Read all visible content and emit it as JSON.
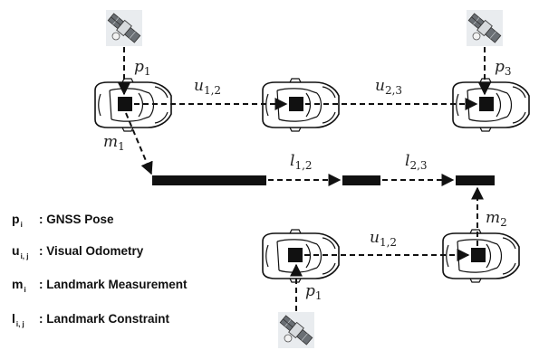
{
  "labels": {
    "p1_top": {
      "main": "p",
      "sub": "1"
    },
    "p3": {
      "main": "p",
      "sub": "3"
    },
    "u12_top": {
      "main": "u",
      "sub": "1,2"
    },
    "u23": {
      "main": "u",
      "sub": "2,3"
    },
    "m1": {
      "main": "m",
      "sub": "1"
    },
    "l12": {
      "main": "l",
      "sub": "1,2"
    },
    "l23": {
      "main": "l",
      "sub": "2,3"
    },
    "m2": {
      "main": "m",
      "sub": "2"
    },
    "u12_bottom": {
      "main": "u",
      "sub": "1,2"
    },
    "p1_bottom": {
      "main": "p",
      "sub": "1"
    }
  },
  "legend": [
    {
      "symbol": "p",
      "sub": "i",
      "text": ": GNSS Pose"
    },
    {
      "symbol": "u",
      "sub": "i, j",
      "text": ": Visual Odometry"
    },
    {
      "symbol": "m",
      "sub": "i",
      "text": ": Landmark Measurement"
    },
    {
      "symbol": "l",
      "sub": "i, j",
      "text": ": Landmark Constraint"
    }
  ],
  "icons": {
    "satellite": "satellite-icon",
    "car": "car-icon"
  }
}
